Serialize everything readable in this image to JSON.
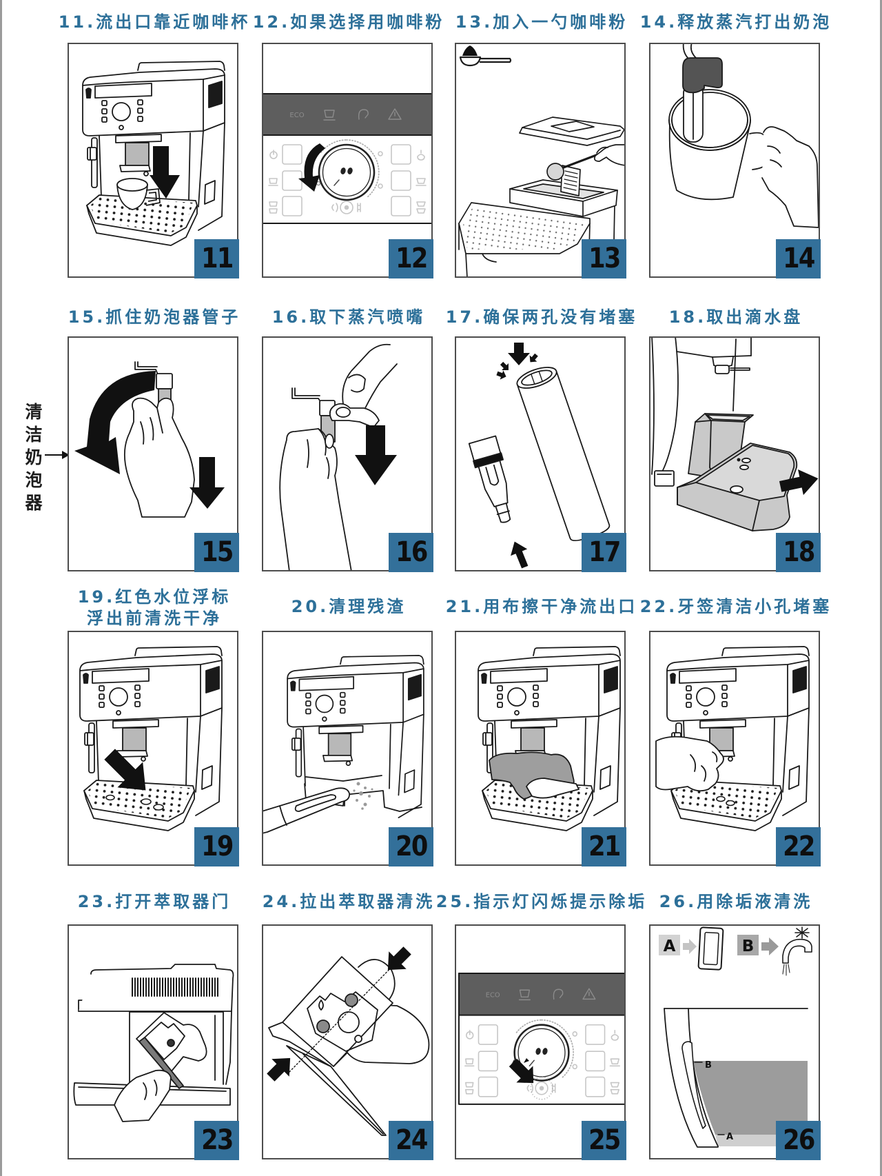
{
  "document": {
    "side_label": {
      "text": "清洁奶泡器",
      "chars": [
        "清",
        "洁",
        "奶",
        "泡",
        "器"
      ],
      "arrow": "right-arrow-icon"
    },
    "colors": {
      "title": "#2d7099",
      "badge": "#33709a",
      "badge_text": "#0e0e0e",
      "frame": "#4d4d4d",
      "ink": "#1a1a1a"
    }
  },
  "steps": [
    {
      "number": "11",
      "title_lines": [
        "11.流出口靠近咖啡杯"
      ],
      "badge": "11"
    },
    {
      "number": "12",
      "title_lines": [
        "12.如果选择用咖啡粉"
      ],
      "badge": "12",
      "panel_labels": [
        "ECO"
      ]
    },
    {
      "number": "13",
      "title_lines": [
        "13.加入一勺咖啡粉"
      ],
      "badge": "13"
    },
    {
      "number": "14",
      "title_lines": [
        "14.释放蒸汽打出奶泡"
      ],
      "badge": "14"
    },
    {
      "number": "15",
      "title_lines": [
        "15.抓住奶泡器管子"
      ],
      "badge": "15"
    },
    {
      "number": "16",
      "title_lines": [
        "16.取下蒸汽喷嘴"
      ],
      "badge": "16"
    },
    {
      "number": "17",
      "title_lines": [
        "17.确保两孔没有堵塞"
      ],
      "badge": "17"
    },
    {
      "number": "18",
      "title_lines": [
        "18.取出滴水盘"
      ],
      "badge": "18"
    },
    {
      "number": "19",
      "title_lines": [
        "19.红色水位浮标",
        "浮出前清洗干净"
      ],
      "badge": "19"
    },
    {
      "number": "20",
      "title_lines": [
        "20.清理残渣"
      ],
      "badge": "20"
    },
    {
      "number": "21",
      "title_lines": [
        "21.用布擦干净流出口"
      ],
      "badge": "21"
    },
    {
      "number": "22",
      "title_lines": [
        "22.牙签清洁小孔堵塞"
      ],
      "badge": "22"
    },
    {
      "number": "23",
      "title_lines": [
        "23.打开萃取器门"
      ],
      "badge": "23"
    },
    {
      "number": "24",
      "title_lines": [
        "24.拉出萃取器清洗"
      ],
      "badge": "24"
    },
    {
      "number": "25",
      "title_lines": [
        "25.指示灯闪烁提示除垢"
      ],
      "badge": "25",
      "panel_labels": [
        "ECO"
      ]
    },
    {
      "number": "26",
      "title_lines": [
        "26.用除垢液清洗"
      ],
      "badge": "26",
      "labels": {
        "icon_a": "A",
        "icon_b": "B",
        "level_b": "B",
        "level_a": "A"
      }
    }
  ]
}
